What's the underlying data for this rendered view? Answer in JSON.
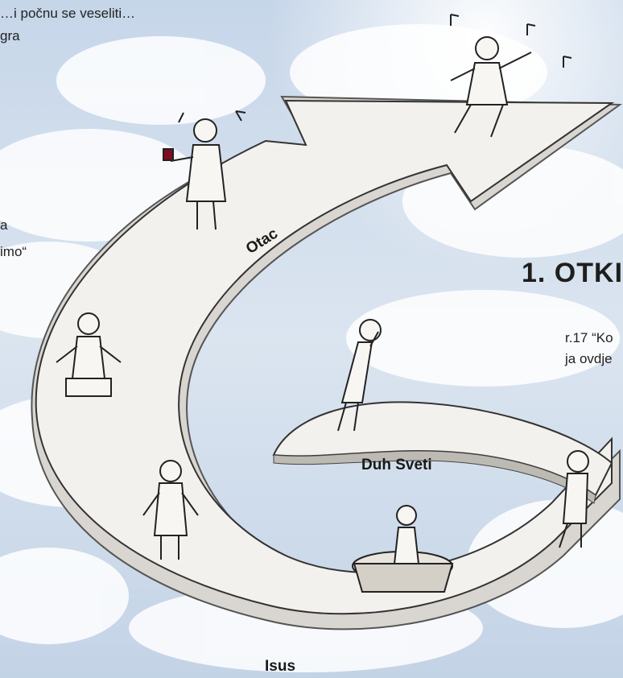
{
  "texts": {
    "top_line1": "…i počnu se veseliti…",
    "top_line2": "gra",
    "left_line1": "a",
    "left_line2": "imo“",
    "heading": "1. OTKI",
    "verse_line1": "r.17 “Ko",
    "verse_line2": "ja ovdje"
  },
  "labels": {
    "otac": "Otac",
    "duh_sveti": "Duh Sveti",
    "isus": "Isus"
  },
  "colors": {
    "sky": "#cfdceb",
    "cloud": "#ffffff",
    "path_fill": "#f3f1ee",
    "path_edge": "#8a8a8a",
    "ink": "#222222"
  }
}
